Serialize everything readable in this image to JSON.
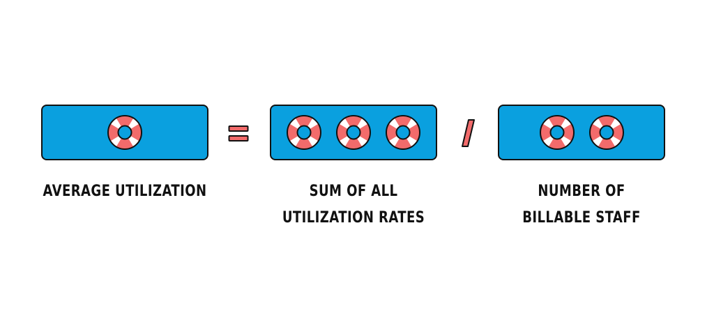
{
  "colors": {
    "box_fill": "#0aa0df",
    "outline": "#111111",
    "ring_red": "#f26b6b",
    "ring_white": "#ffffff",
    "operator": "#f26b6b"
  },
  "icons": {
    "ring": "life-ring-icon",
    "equals": "equals-icon",
    "divide": "slash-icon"
  },
  "terms": [
    {
      "id": "avg",
      "ring_count": 1,
      "label_lines": [
        "AVERAGE UTILIZATION"
      ]
    },
    {
      "id": "sum",
      "ring_count": 3,
      "label_lines": [
        "SUM OF ALL",
        "UTILIZATION RATES"
      ]
    },
    {
      "id": "staff",
      "ring_count": 2,
      "label_lines": [
        "NUMBER OF",
        "BILLABLE STAFF"
      ]
    }
  ],
  "operators": [
    "=",
    "/"
  ]
}
